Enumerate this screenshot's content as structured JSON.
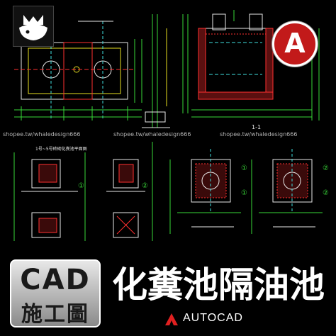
{
  "watermarks": {
    "left": "shopee.tw/whaledesign666",
    "center": "shopee.tw/whaledesign666",
    "right": "shopee.tw/whaledesign666"
  },
  "drawing": {
    "section_title": "1号~5号砖砌化粪池平面图",
    "section_label": "1-1",
    "detail_numbers": [
      "①",
      "②",
      "①",
      "②",
      "①",
      "②"
    ]
  },
  "badge": {
    "cad": "CAD",
    "sub": "施工圖"
  },
  "title": "化糞池隔油池",
  "brand": {
    "name": "AUTOCAD",
    "app_letter": "A"
  },
  "colors": {
    "accent_red": "#c21a1a",
    "cad_green": "#38d838",
    "cad_yellow": "#e8e020",
    "cad_red": "#ff3030",
    "cad_cyan": "#40e0e0",
    "cad_white": "#e8e8e8"
  }
}
